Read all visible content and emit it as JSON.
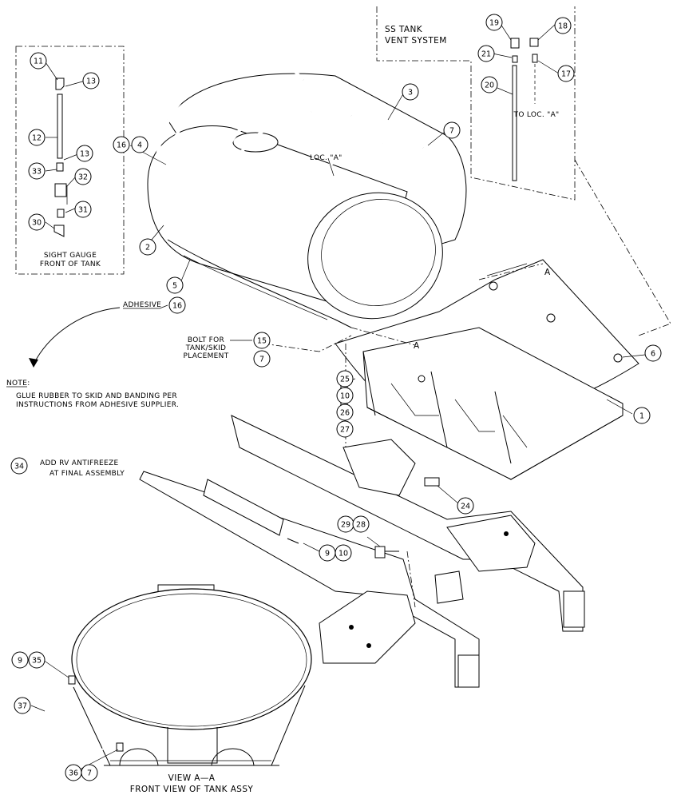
{
  "balloons": [
    {
      "id": "b11",
      "label": "11"
    },
    {
      "id": "b13a",
      "label": "13"
    },
    {
      "id": "b12",
      "label": "12"
    },
    {
      "id": "b13b",
      "label": "13"
    },
    {
      "id": "b33",
      "label": "33"
    },
    {
      "id": "b32",
      "label": "32"
    },
    {
      "id": "b31",
      "label": "31"
    },
    {
      "id": "b30",
      "label": "30"
    },
    {
      "id": "b16a",
      "label": "16"
    },
    {
      "id": "b4",
      "label": "4"
    },
    {
      "id": "b3",
      "label": "3"
    },
    {
      "id": "b7a",
      "label": "7"
    },
    {
      "id": "b2",
      "label": "2"
    },
    {
      "id": "b5",
      "label": "5"
    },
    {
      "id": "b16b",
      "label": "16"
    },
    {
      "id": "b15",
      "label": "15"
    },
    {
      "id": "b7b",
      "label": "7"
    },
    {
      "id": "b6",
      "label": "6"
    },
    {
      "id": "b1",
      "label": "1"
    },
    {
      "id": "b19",
      "label": "19"
    },
    {
      "id": "b18",
      "label": "18"
    },
    {
      "id": "b21",
      "label": "21"
    },
    {
      "id": "b17",
      "label": "17"
    },
    {
      "id": "b20",
      "label": "20"
    },
    {
      "id": "b25",
      "label": "25"
    },
    {
      "id": "b10a",
      "label": "10"
    },
    {
      "id": "b26",
      "label": "26"
    },
    {
      "id": "b27",
      "label": "27"
    },
    {
      "id": "b34",
      "label": "34"
    },
    {
      "id": "b24",
      "label": "24"
    },
    {
      "id": "b29",
      "label": "29"
    },
    {
      "id": "b28",
      "label": "28"
    },
    {
      "id": "b9a",
      "label": "9"
    },
    {
      "id": "b10b",
      "label": "10"
    },
    {
      "id": "b9b",
      "label": "9"
    },
    {
      "id": "b35",
      "label": "35"
    },
    {
      "id": "b37",
      "label": "37"
    },
    {
      "id": "b36",
      "label": "36"
    },
    {
      "id": "b7c",
      "label": "7"
    }
  ],
  "labels": {
    "sight_gauge_line1": "SIGHT GAUGE",
    "sight_gauge_line2": "FRONT OF TANK",
    "vent_line1": "SS TANK",
    "vent_line2": "VENT SYSTEM",
    "to_loc_a": "TO LOC. \"A\"",
    "loc_a": "LOC. \"A\"",
    "adhesive": "ADHESIVE",
    "bolt_line1": "BOLT FOR",
    "bolt_line2": "TANK/SKID",
    "bolt_line3": "PLACEMENT",
    "note_title": "NOTE:",
    "note_line1": "GLUE RUBBER TO SKID AND BANDING PER",
    "note_line2": "INSTRUCTIONS FROM ADHESIVE SUPPLIER.",
    "antifreeze_line1": "ADD RV ANTIFREEZE",
    "antifreeze_line2": "AT FINAL ASSEMBLY",
    "section_a1": "A",
    "section_a2": "A",
    "view_line1": "VIEW A—A",
    "view_line2": "FRONT VIEW OF TANK ASSY"
  }
}
